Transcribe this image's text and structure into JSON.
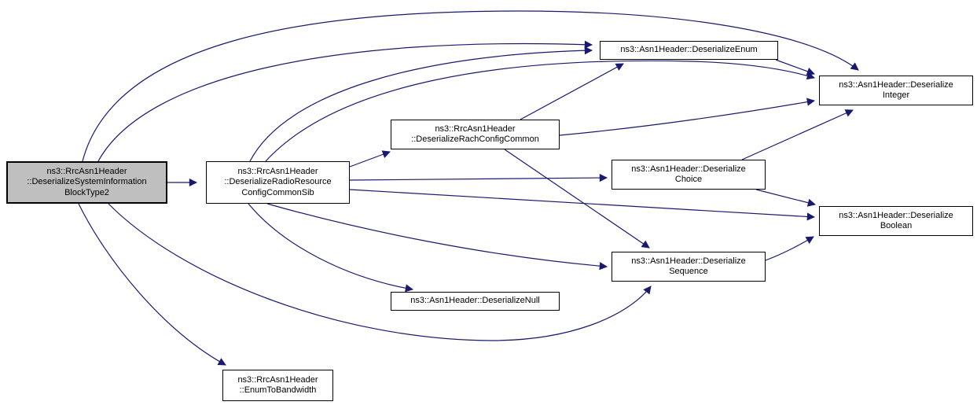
{
  "diagram": {
    "kind": "call-graph",
    "background_color": "#ffffff",
    "edge_color": "#191970",
    "node_border_color": "#000000",
    "node_fill_color": "#ffffff",
    "highlighted_node_fill_color": "#bfbfbf",
    "text_color": "#000000"
  },
  "nodes": {
    "sib2": {
      "highlighted": true,
      "lines": [
        "ns3::RrcAsn1Header",
        "::DeserializeSystemInformation",
        "BlockType2"
      ]
    },
    "radio": {
      "highlighted": false,
      "lines": [
        "ns3::RrcAsn1Header",
        "::DeserializeRadioResource",
        "ConfigCommonSib"
      ]
    },
    "rach": {
      "highlighted": false,
      "lines": [
        "ns3::RrcAsn1Header",
        "::DeserializeRachConfigCommon"
      ]
    },
    "enum": {
      "highlighted": false,
      "lines": [
        "ns3::Asn1Header::DeserializeEnum"
      ]
    },
    "integer": {
      "highlighted": false,
      "lines": [
        "ns3::Asn1Header::Deserialize",
        "Integer"
      ]
    },
    "choice": {
      "highlighted": false,
      "lines": [
        "ns3::Asn1Header::Deserialize",
        "Choice"
      ]
    },
    "boolean": {
      "highlighted": false,
      "lines": [
        "ns3::Asn1Header::Deserialize",
        "Boolean"
      ]
    },
    "sequence": {
      "highlighted": false,
      "lines": [
        "ns3::Asn1Header::Deserialize",
        "Sequence"
      ]
    },
    "null": {
      "highlighted": false,
      "lines": [
        "ns3::Asn1Header::DeserializeNull"
      ]
    },
    "bandwidth": {
      "highlighted": false,
      "lines": [
        "ns3::RrcAsn1Header",
        "::EnumToBandwidth"
      ]
    }
  },
  "edges": [
    {
      "from": "DeserializeSystemInformationBlockType2",
      "to": "DeserializeRadioResourceConfigCommonSib"
    },
    {
      "from": "DeserializeSystemInformationBlockType2",
      "to": "DeserializeEnum"
    },
    {
      "from": "DeserializeSystemInformationBlockType2",
      "to": "DeserializeInteger"
    },
    {
      "from": "DeserializeSystemInformationBlockType2",
      "to": "DeserializeSequence"
    },
    {
      "from": "DeserializeSystemInformationBlockType2",
      "to": "EnumToBandwidth"
    },
    {
      "from": "DeserializeRadioResourceConfigCommonSib",
      "to": "DeserializeRachConfigCommon"
    },
    {
      "from": "DeserializeRadioResourceConfigCommonSib",
      "to": "DeserializeEnum"
    },
    {
      "from": "DeserializeRadioResourceConfigCommonSib",
      "to": "DeserializeInteger"
    },
    {
      "from": "DeserializeRadioResourceConfigCommonSib",
      "to": "DeserializeChoice"
    },
    {
      "from": "DeserializeRadioResourceConfigCommonSib",
      "to": "DeserializeBoolean"
    },
    {
      "from": "DeserializeRadioResourceConfigCommonSib",
      "to": "DeserializeSequence"
    },
    {
      "from": "DeserializeRadioResourceConfigCommonSib",
      "to": "DeserializeNull"
    },
    {
      "from": "DeserializeRachConfigCommon",
      "to": "DeserializeEnum"
    },
    {
      "from": "DeserializeRachConfigCommon",
      "to": "DeserializeInteger"
    },
    {
      "from": "DeserializeRachConfigCommon",
      "to": "DeserializeSequence"
    },
    {
      "from": "DeserializeEnum",
      "to": "DeserializeInteger"
    },
    {
      "from": "DeserializeChoice",
      "to": "DeserializeInteger"
    },
    {
      "from": "DeserializeChoice",
      "to": "DeserializeBoolean"
    },
    {
      "from": "DeserializeSequence",
      "to": "DeserializeBoolean"
    }
  ]
}
